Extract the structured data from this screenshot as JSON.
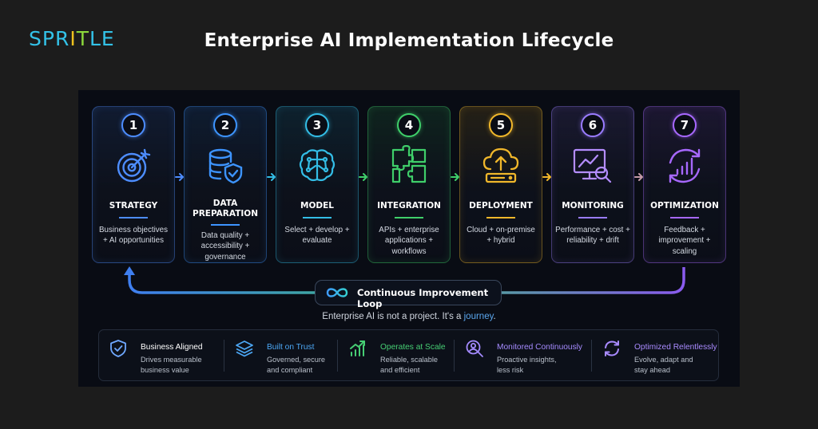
{
  "header": {
    "logo": [
      "S",
      "P",
      "R",
      "I",
      "T",
      "L",
      "E"
    ],
    "logo_colors": [
      "#33c2e8",
      "#33c2e8",
      "#33c2e8",
      "#f0c21f",
      "#8bd83b",
      "#33c2e8",
      "#33c2e8"
    ],
    "title": "Enterprise AI Implementation Lifecycle"
  },
  "stages": [
    {
      "number": "1",
      "title": "STRATEGY",
      "description": "Business objectives + AI opportunities",
      "color": "#4d8dff",
      "icon": "target-icon"
    },
    {
      "number": "2",
      "title": "DATA PREPARATION",
      "description": "Data quality + accessibility + governance",
      "color": "#3d94ff",
      "icon": "database-shield-icon"
    },
    {
      "number": "3",
      "title": "MODEL",
      "description": "Select + develop + evaluate",
      "color": "#33bde6",
      "icon": "brain-icon"
    },
    {
      "number": "4",
      "title": "INTEGRATION",
      "description": "APIs + enterprise applications + workflows",
      "color": "#3fcf6a",
      "icon": "puzzle-icon"
    },
    {
      "number": "5",
      "title": "DEPLOYMENT",
      "description": "Cloud + on-premise + hybrid",
      "color": "#f0b72b",
      "icon": "cloud-upload-icon"
    },
    {
      "number": "6",
      "title": "MONITORING",
      "description": "Performance + cost + reliability + drift",
      "color": "#9a7cff",
      "icon": "monitor-chart-icon"
    },
    {
      "number": "7",
      "title": "OPTIMIZATION",
      "description": "Feedback + improvement + scaling",
      "color": "#a768ff",
      "icon": "cycle-chart-icon"
    }
  ],
  "loop": {
    "label": "Continuous Improvement Loop",
    "icon": "infinity-icon"
  },
  "tagline": {
    "main": "Enterprise AI is not a project. It's a ",
    "accent": "journey",
    "end": "."
  },
  "benefits": [
    {
      "title": "Business Aligned",
      "desc_1": "Drives measurable",
      "desc_2": "business value",
      "color": "#ffffff",
      "icon_color": "#6fa8ff",
      "icon": "shield-check-icon"
    },
    {
      "title": "Built on Trust",
      "desc_1": "Governed, secure",
      "desc_2": "and compliant",
      "color": "#4ca7f5",
      "icon_color": "#4ca7f5",
      "icon": "layers-icon"
    },
    {
      "title": "Operates at Scale",
      "desc_1": "Reliable, scalable",
      "desc_2": "and efficient",
      "color": "#46cf74",
      "icon_color": "#46cf74",
      "icon": "growth-chart-icon"
    },
    {
      "title": "Monitored Continuously",
      "desc_1": "Proactive insights,",
      "desc_2": "less risk",
      "color": "#a58bff",
      "icon_color": "#a58bff",
      "icon": "user-search-icon"
    },
    {
      "title": "Optimized Relentlessly",
      "desc_1": "Evolve, adapt and",
      "desc_2": "stay ahead",
      "color": "#a98bff",
      "icon_color": "#a98bff",
      "icon": "refresh-icon"
    }
  ]
}
